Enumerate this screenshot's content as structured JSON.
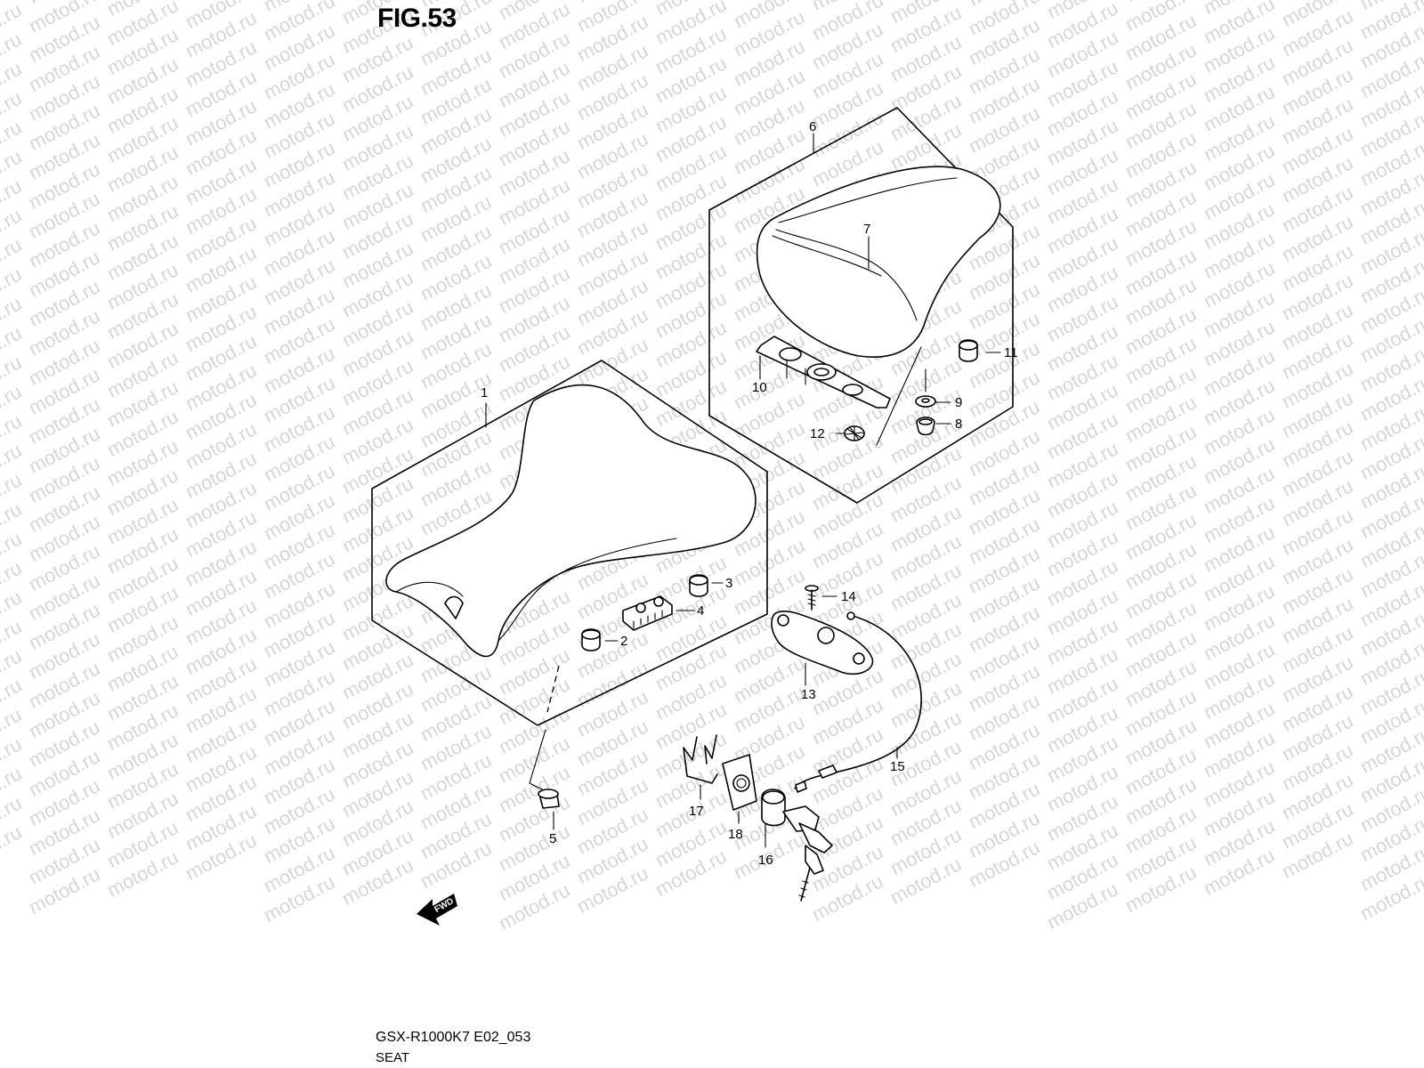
{
  "figure": {
    "title": "FIG.53",
    "model_code": "GSX-R1000K7 E02_053",
    "caption": "SEAT"
  },
  "watermark_text": "motod.ru",
  "direction_marker": "FWD",
  "callouts": [
    "1",
    "2",
    "3",
    "4",
    "5",
    "6",
    "7",
    "8",
    "9",
    "10",
    "11",
    "12",
    "13",
    "14",
    "15",
    "16",
    "17",
    "18"
  ]
}
